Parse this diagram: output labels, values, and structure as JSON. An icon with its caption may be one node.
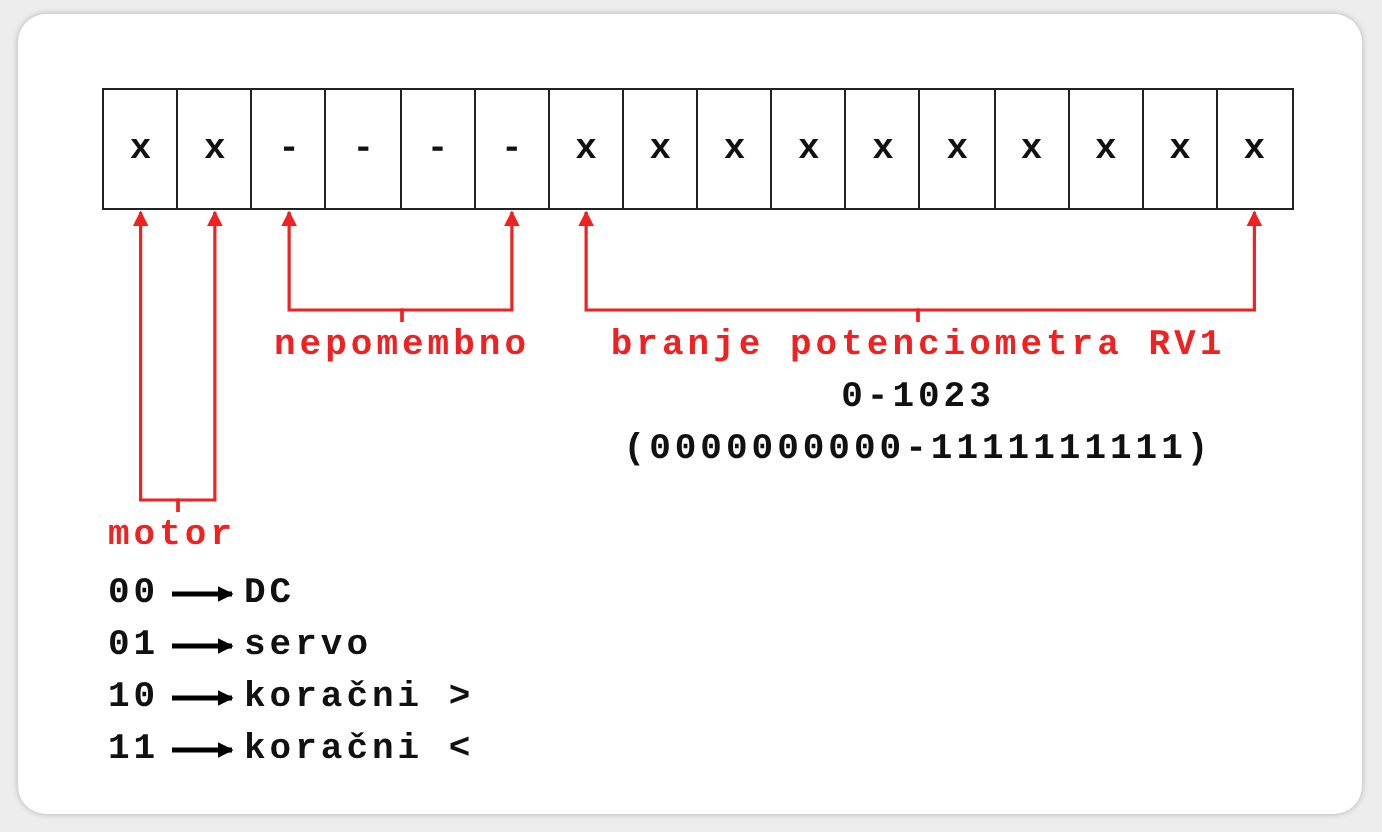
{
  "diagram": {
    "nodes": [
      {
        "text": [
          "x"
        ]
      },
      {
        "text": [
          "x"
        ]
      },
      {
        "text": [
          "-"
        ]
      },
      {
        "text": [
          "-"
        ]
      },
      {
        "text": [
          "-"
        ]
      },
      {
        "text": [
          "-"
        ]
      },
      {
        "text": [
          "x"
        ]
      },
      {
        "text": [
          "x"
        ]
      },
      {
        "text": [
          "x"
        ]
      },
      {
        "text": [
          "x"
        ]
      },
      {
        "text": [
          "x"
        ]
      },
      {
        "text": [
          "x"
        ]
      },
      {
        "text": [
          "x"
        ]
      },
      {
        "text": [
          "x"
        ]
      },
      {
        "text": [
          "x"
        ]
      },
      {
        "text": [
          "x"
        ]
      },
      {
        "text": [
          "motor"
        ]
      },
      {
        "text": [
          "nepomembno"
        ]
      },
      {
        "text": [
          "branje potenciometra RV1"
        ],
        "beside": [
          "0-1023",
          "(0000000000-1111111111)"
        ]
      },
      {
        "text": [
          "00"
        ]
      },
      {
        "text": [
          "DC"
        ]
      },
      {
        "text": [
          "01"
        ]
      },
      {
        "text": [
          "servo"
        ]
      },
      {
        "text": [
          "10"
        ]
      },
      {
        "text": [
          "koračni >"
        ]
      },
      {
        "text": [
          "11"
        ]
      },
      {
        "text": [
          "koračni <"
        ]
      }
    ],
    "edges": [
      {
        "from": 16,
        "to": 0,
        "arrow": "to"
      },
      {
        "from": 16,
        "to": 1,
        "arrow": "to"
      },
      {
        "from": 17,
        "to": 2,
        "arrow": "to"
      },
      {
        "from": 17,
        "to": 5,
        "arrow": "to"
      },
      {
        "from": 18,
        "to": 6,
        "arrow": "to"
      },
      {
        "from": 18,
        "to": 15,
        "arrow": "to"
      },
      {
        "from": 19,
        "to": 20,
        "arrow": "to",
        "color": "#000000"
      },
      {
        "from": 21,
        "to": 22,
        "arrow": "to",
        "color": "#000000"
      },
      {
        "from": 23,
        "to": 24,
        "arrow": "to",
        "color": "#000000"
      },
      {
        "from": 25,
        "to": 26,
        "arrow": "to",
        "color": "#000000"
      }
    ]
  }
}
